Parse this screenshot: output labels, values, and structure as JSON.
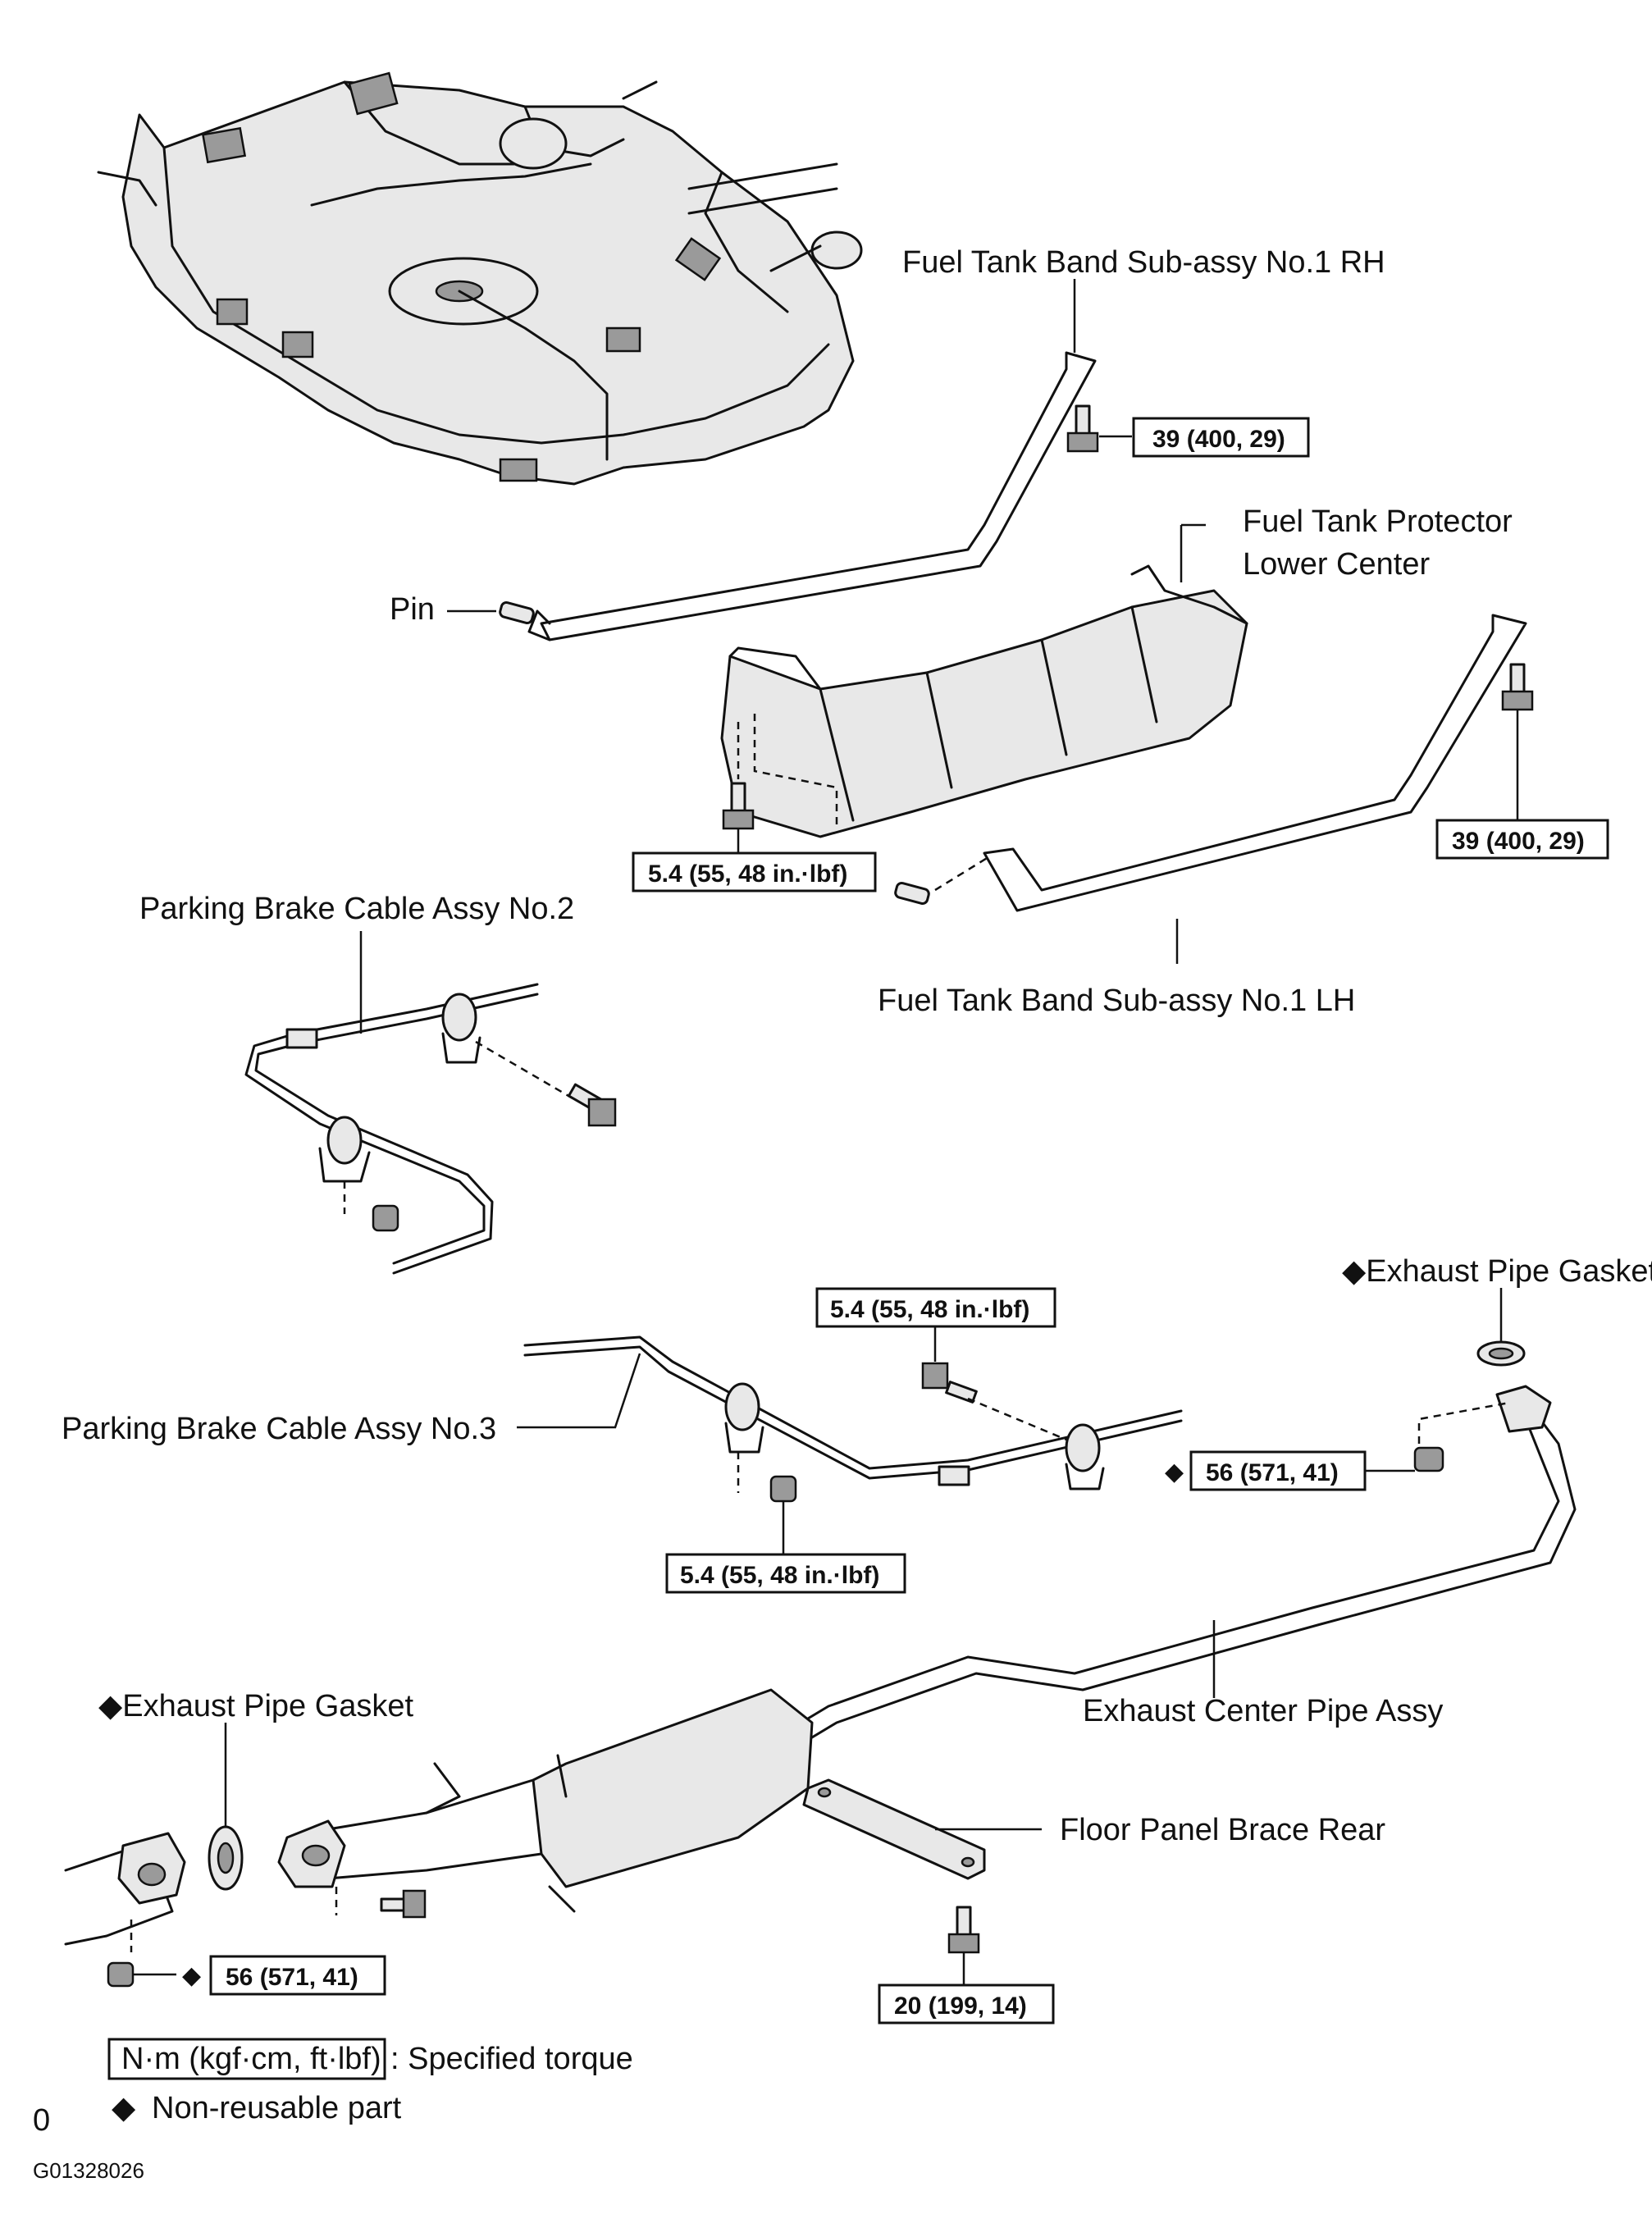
{
  "labels": {
    "band_rh": "Fuel Tank Band Sub-assy No.1 RH",
    "protector_line1": "Fuel Tank Protector",
    "protector_line2": "Lower Center",
    "pin": "Pin",
    "band_lh": "Fuel Tank Band Sub-assy No.1 LH",
    "pb_cable_2": "Parking Brake Cable Assy No.2",
    "pb_cable_3": "Parking Brake Cable Assy No.3",
    "exhaust_gasket_right": "Exhaust Pipe Gasket",
    "exhaust_gasket_left": "Exhaust Pipe Gasket",
    "exhaust_center_pipe": "Exhaust Center Pipe Assy",
    "floor_brace": "Floor Panel Brace Rear"
  },
  "torques": {
    "band_rh": "39 (400, 29)",
    "band_lh": "39 (400, 29)",
    "protector": "5.4 (55, 48 in.·lbf)",
    "pb3_top": "5.4 (55, 48 in.·lbf)",
    "pb3_bottom": "5.4 (55, 48 in.·lbf)",
    "exhaust_right": "56 (571, 41)",
    "exhaust_left": "56 (571, 41)",
    "brace": "20 (199, 14)"
  },
  "legend": {
    "torque_box": "N·m (kgf·cm, ft·lbf)",
    "torque_desc": ": Specified torque",
    "diamond": "◆",
    "nonreusable": "Non-reusable part"
  },
  "footer": {
    "figure_marker": "0",
    "figure_id": "G01328026"
  }
}
